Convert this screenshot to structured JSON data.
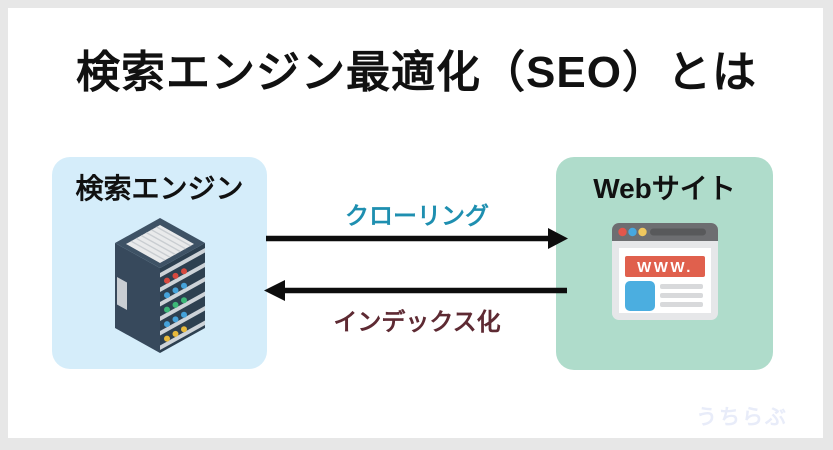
{
  "title": "検索エンジン最適化（SEO）とは",
  "watermark": "うちらぶ",
  "diagram": {
    "left_box": {
      "label": "検索エンジン",
      "icon": "server-icon",
      "bg_color": "#d5edfa"
    },
    "right_box": {
      "label": "Webサイト",
      "icon": "browser-icon",
      "bg_color": "#afdccb",
      "browser_text": "WWW."
    },
    "top_arrow": {
      "label": "クローリング",
      "direction": "left-to-right",
      "label_color": "#1e8fb0",
      "arrow_color": "#0d0d0d"
    },
    "bottom_arrow": {
      "label": "インデックス化",
      "direction": "right-to-left",
      "label_color": "#5e2a33",
      "arrow_color": "#0d0d0d"
    }
  },
  "colors": {
    "frame_border": "#e7e7e7",
    "page_background": "#ffffff",
    "title_text": "#111111",
    "watermark_text": "#e8ecf9",
    "server_body_right": "#2d4050",
    "server_body_left": "#37495c",
    "server_top": "#3e5265",
    "server_vent": "#e9eaeb",
    "led_row_colors": [
      "#d6493f",
      "#45a2d9",
      "#3cb878",
      "#45a2d9",
      "#e7b93c"
    ],
    "browser_bar": "#6d6e71",
    "browser_banner": "#e0604d",
    "browser_block": "#4baee0"
  }
}
